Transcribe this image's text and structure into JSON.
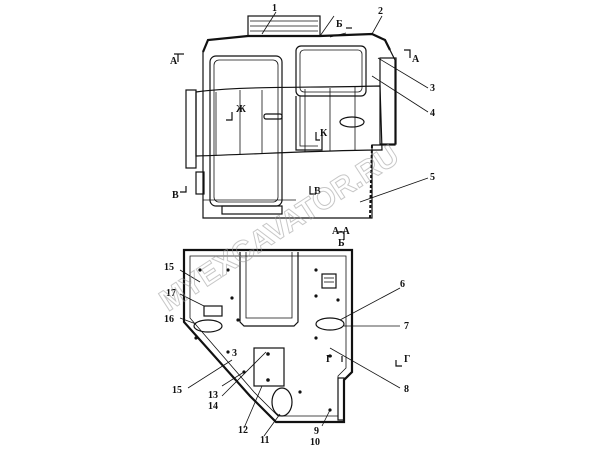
{
  "colors": {
    "ink": "#111111",
    "paper": "#ffffff",
    "watermark": "#9a9a9a"
  },
  "watermark": "MYEXCAVATOR.RU",
  "view_labels": {
    "a_left": "А",
    "a_right": "А",
    "b_top": "Б",
    "b_mid": "Б",
    "v_left": "В",
    "v_right": "В",
    "zh": "Ж",
    "k": "К",
    "g_left": "Г",
    "g_right": "Г",
    "section": "А-А"
  },
  "callouts": {
    "n1": "1",
    "n2": "2",
    "n3": "3",
    "n4": "4",
    "n5": "5",
    "n6": "6",
    "n7": "7",
    "n8": "8",
    "n9": "9",
    "n10": "10",
    "n11": "11",
    "n12": "12",
    "n13": "13",
    "n14": "14",
    "n15a": "15",
    "n15b": "15",
    "n16": "16",
    "n17": "17",
    "n3b": "3"
  }
}
